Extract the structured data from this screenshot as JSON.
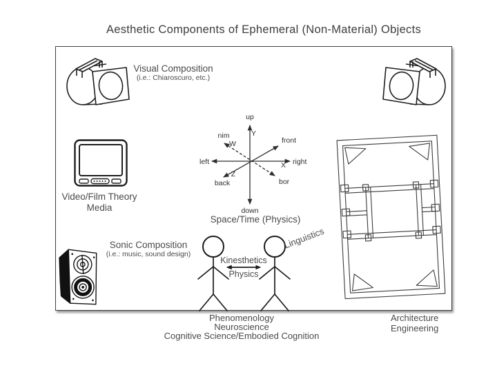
{
  "title": "Aesthetic Components of Ephemeral (Non-Material) Objects",
  "nodes": {
    "visual_composition": {
      "label": "Visual Composition",
      "sublabel": "(i.e.: Chiaroscuro, etc.)"
    },
    "video_film": {
      "line1": "Video/Film Theory",
      "line2": "Media"
    },
    "sonic_composition": {
      "label": "Sonic Composition",
      "sublabel": "(i.e.: music, sound design)"
    },
    "space_time": {
      "label": "Space/Time (Physics)"
    },
    "kinesthetics": {
      "top": "Kinesthetics",
      "bottom": "Physics"
    },
    "linguistics": {
      "label": "Linguistics"
    },
    "embodiment": {
      "line1": "Phenomenology",
      "line2": "Neuroscience",
      "line3": "Cognitive Science/Embodied Cognition"
    },
    "architecture": {
      "line1": "Architecture",
      "line2": "Engineering"
    }
  },
  "axis_labels": {
    "up": "up",
    "down": "down",
    "left": "left",
    "right": "right",
    "front": "front",
    "back": "back",
    "nim": "nim",
    "bor": "bor",
    "X": "X",
    "Y": "Y",
    "Z": "Z",
    "W": "W"
  },
  "icons": {
    "spotlight_left": "stage-spotlight",
    "spotlight_right": "stage-spotlight-mirrored",
    "tv": "crt-television",
    "speaker": "loudspeaker",
    "figures": "two-stick-figures",
    "frame": "stretcher-frame-sketch",
    "kinesthetics_arrow": "double-headed-arrow"
  },
  "colors": {
    "ink": "#222222",
    "text": "#4a4a4a",
    "border": "#3f3f3f",
    "background": "#ffffff"
  }
}
